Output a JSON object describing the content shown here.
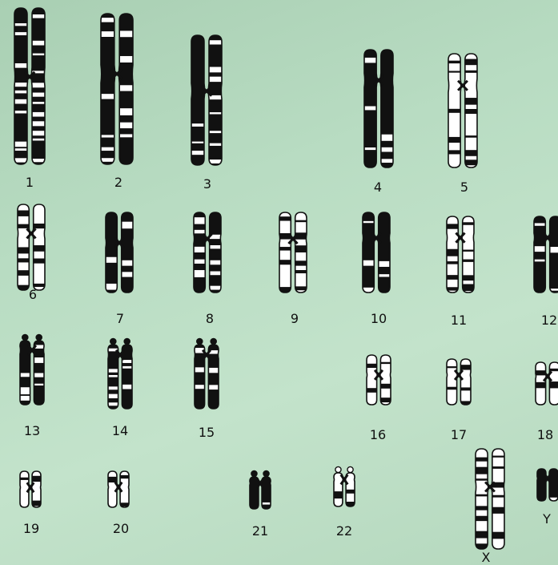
{
  "karyotype": {
    "chromosomes": [
      {
        "label": "1",
        "banding": "dense"
      },
      {
        "label": "2",
        "banding": "dark"
      },
      {
        "label": "3",
        "banding": "dense"
      },
      {
        "label": "4",
        "banding": "dark"
      },
      {
        "label": "5",
        "banding": "light"
      },
      {
        "label": "6",
        "banding": "light"
      },
      {
        "label": "7",
        "banding": "dark"
      },
      {
        "label": "8",
        "banding": "dark"
      },
      {
        "label": "9",
        "banding": "light"
      },
      {
        "label": "10",
        "banding": "dark"
      },
      {
        "label": "11",
        "banding": "light"
      },
      {
        "label": "12",
        "banding": "dark"
      },
      {
        "label": "13",
        "banding": "acro-dark"
      },
      {
        "label": "14",
        "banding": "acro-dense"
      },
      {
        "label": "15",
        "banding": "acro-dense"
      },
      {
        "label": "16",
        "banding": "light"
      },
      {
        "label": "17",
        "banding": "light"
      },
      {
        "label": "18",
        "banding": "light"
      },
      {
        "label": "19",
        "banding": "light"
      },
      {
        "label": "20",
        "banding": "light"
      },
      {
        "label": "21",
        "banding": "acro-dark"
      },
      {
        "label": "22",
        "banding": "acro-light"
      },
      {
        "label": "X",
        "banding": "light"
      },
      {
        "label": "Y",
        "banding": "dark"
      }
    ],
    "colors": {
      "background": "#b8dcc2",
      "chromatin": "#111111",
      "light_band": "#ffffff",
      "label": "#111111"
    }
  }
}
